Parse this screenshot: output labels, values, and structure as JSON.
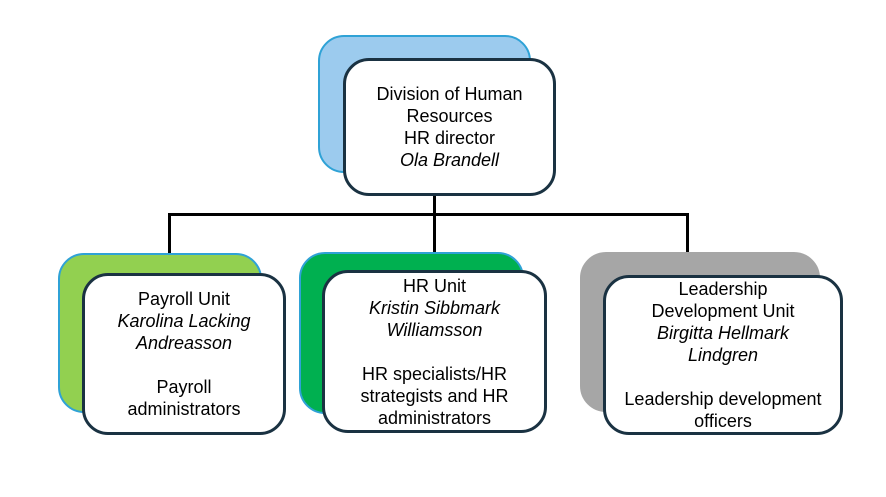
{
  "diagram": {
    "type": "org-chart",
    "background": "#FFFFFF",
    "text_color": "#000000",
    "colors": {
      "node_border": "#1A3242",
      "connector": "#000000",
      "shadow_outline": "#2FA2D6",
      "root_shadow": "#9CCBEE",
      "payroll_shadow": "#92D050",
      "hr_shadow": "#00B050",
      "leadership_shadow": "#A6A6A6"
    },
    "nodes": {
      "root": {
        "unit_lines": [
          "Division of Human",
          "Resources"
        ],
        "role_lines": [
          "HR director"
        ],
        "person_lines": [
          "Ola Brandell"
        ]
      },
      "payroll": {
        "unit_lines": [
          "Payroll Unit"
        ],
        "person_lines": [
          "Karolina Lacking",
          "Andreasson"
        ],
        "staff_lines": [
          "Payroll",
          "administrators"
        ]
      },
      "hr": {
        "unit_lines": [
          "HR Unit"
        ],
        "person_lines": [
          "Kristin Sibbmark",
          "Williamsson"
        ],
        "staff_lines": [
          "HR specialists/HR",
          "strategists and HR",
          "administrators"
        ]
      },
      "leadership": {
        "unit_lines": [
          "Leadership",
          "Development Unit"
        ],
        "person_lines": [
          "Birgitta Hellmark",
          "Lindgren"
        ],
        "staff_lines": [
          "Leadership development",
          "officers"
        ]
      }
    }
  }
}
